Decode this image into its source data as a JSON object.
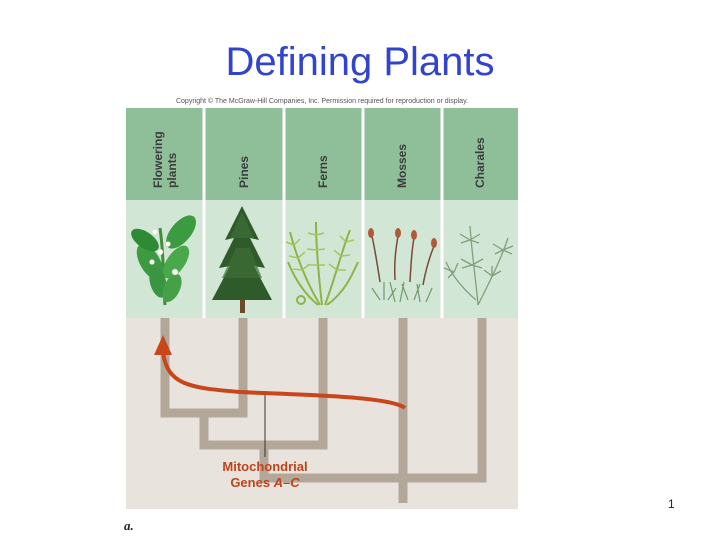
{
  "slide": {
    "title": "Defining Plants",
    "page_number": "1"
  },
  "figure": {
    "copyright": "Copyright © The McGraw-Hill Companies, Inc. Permission required for reproduction or display.",
    "panel_letter": "a.",
    "groups": [
      {
        "label_lines": [
          "Flowering",
          "plants"
        ],
        "icon": "flowering-plant-illustration"
      },
      {
        "label_lines": [
          "Pines"
        ],
        "icon": "pine-tree-illustration"
      },
      {
        "label_lines": [
          "Ferns"
        ],
        "icon": "fern-illustration"
      },
      {
        "label_lines": [
          "Mosses"
        ],
        "icon": "moss-illustration"
      },
      {
        "label_lines": [
          "Charales"
        ],
        "icon": "charales-illustration"
      }
    ],
    "annotation": {
      "line1": "Mitochondrial",
      "line2_prefix": "Genes ",
      "line2_italic": "A–C"
    },
    "colors": {
      "header_band": "#8fbf99",
      "plant_band": "#d2e6d6",
      "tree_background": "#e8e3dd",
      "branch": "#b3a79a",
      "arrow": "#c8461a",
      "annotation_text": "#c0441b"
    }
  }
}
